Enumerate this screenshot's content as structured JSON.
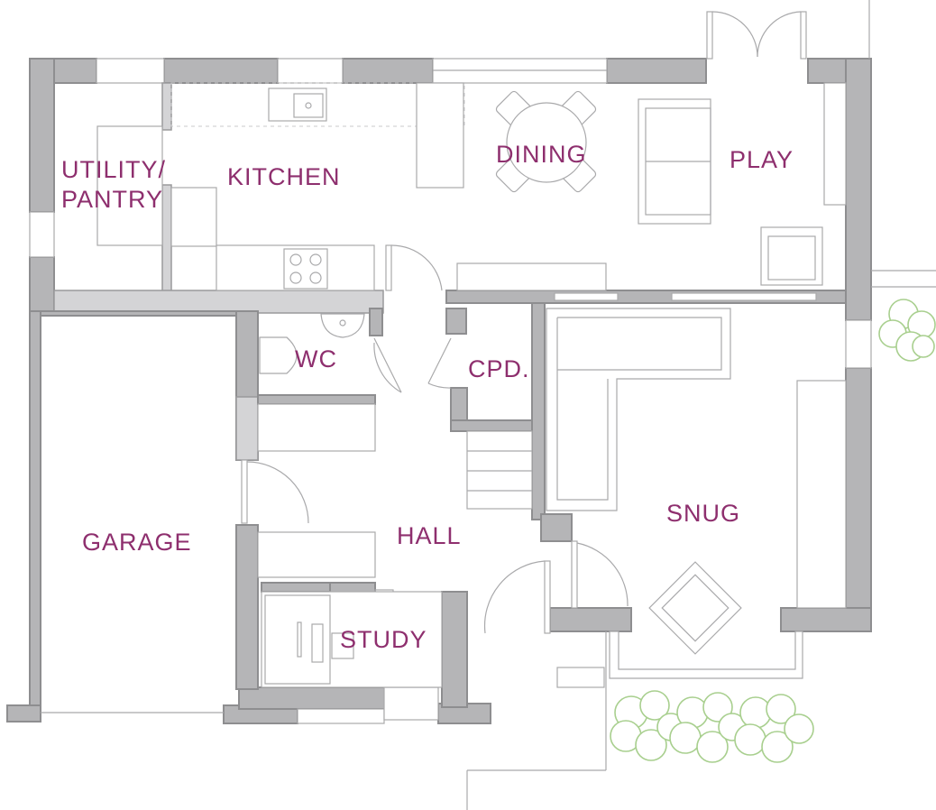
{
  "plan": {
    "label_color": "#8e2f6e",
    "wall_color": "#b5b5b7",
    "planting_color": "#a8cf8e",
    "rooms": [
      {
        "key": "utility",
        "lines": [
          "UTILITY/",
          "PANTRY"
        ]
      },
      {
        "key": "kitchen",
        "lines": [
          "KITCHEN"
        ]
      },
      {
        "key": "dining",
        "lines": [
          "DINING"
        ]
      },
      {
        "key": "play",
        "lines": [
          "PLAY"
        ]
      },
      {
        "key": "wc",
        "lines": [
          "WC"
        ]
      },
      {
        "key": "cpd",
        "lines": [
          "CPD."
        ]
      },
      {
        "key": "snug",
        "lines": [
          "SNUG"
        ]
      },
      {
        "key": "garage",
        "lines": [
          "GARAGE"
        ]
      },
      {
        "key": "hall",
        "lines": [
          "HALL"
        ]
      },
      {
        "key": "study",
        "lines": [
          "STUDY"
        ]
      }
    ]
  }
}
